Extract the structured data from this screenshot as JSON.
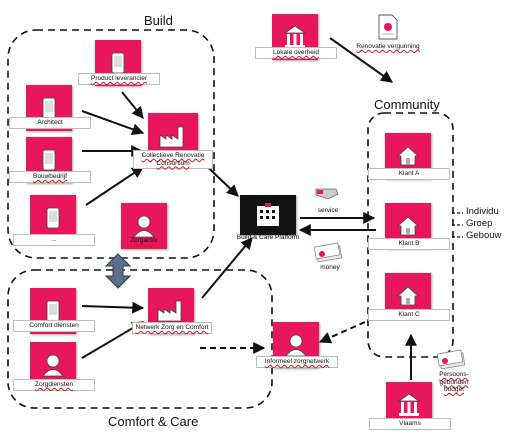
{
  "groups": {
    "build": "Build",
    "community": "Community",
    "comfort": "Comfort & Care"
  },
  "nodes": {
    "product_leverancier": "Product leverancier",
    "architect": "Architect",
    "bouwbedrijf": "Bouwbedrijf",
    "dots": "...",
    "consortium": "Collectieve Renovatie Consortium",
    "zorgactor": "Zorgactor",
    "platform": "Build & Care Platform",
    "lokale_overheid": "Lokale overheid",
    "renovatie_vergunning": "Renovatie vergunning",
    "klant_a": "Klant A",
    "klant_b": "Klant B",
    "klant_c": "Klant C",
    "comfort_diensten": "Comfort diensten",
    "zorgdiensten": "Zorgdiensten",
    "netwerk": "Netwerk Zorg en Comfort",
    "informeel": "Informeel zorgnetwerk",
    "vlaams": "Vlaams",
    "persoonsgebonden_budget": "Persoons-gebonden budget"
  },
  "flows": {
    "service": "service",
    "money": "money"
  },
  "legend": [
    "Individu",
    "Groep",
    "Gebouw"
  ],
  "colors": {
    "accent": "#e8175d",
    "platform": "#111111"
  },
  "icons": {
    "device": "phone-icon",
    "factory": "factory-icon",
    "person": "person-icon",
    "house": "house-icon",
    "government": "government-building-icon",
    "document": "document-icon",
    "platform": "building-icon",
    "money": "money-icon",
    "service": "service-icon"
  }
}
